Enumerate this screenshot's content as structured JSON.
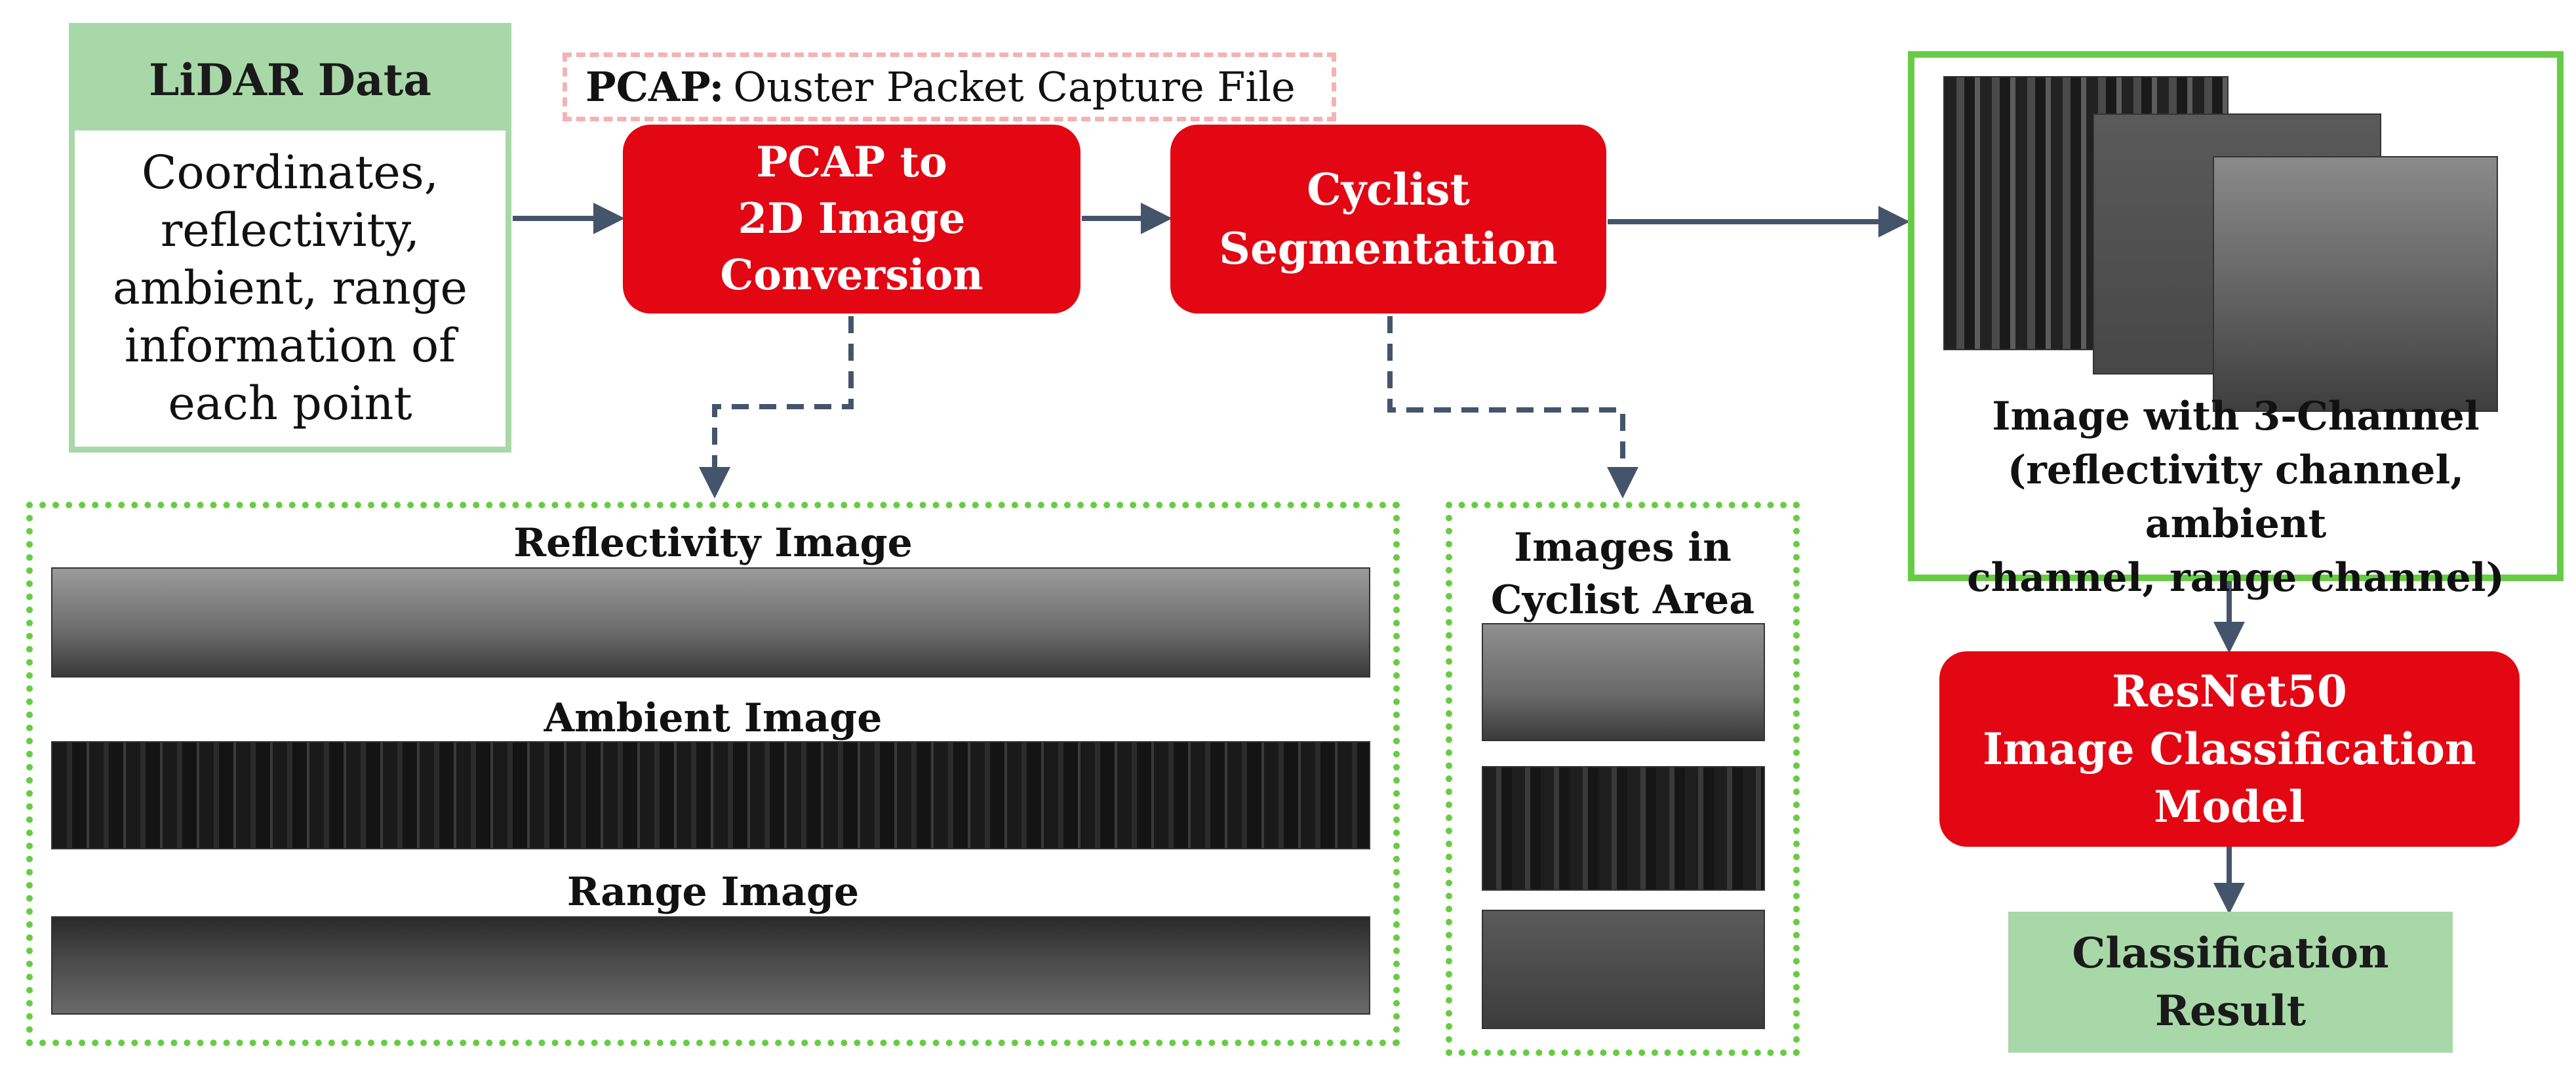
{
  "lidar": {
    "title": "LiDAR Data",
    "lines": [
      "Coordinates,",
      "reflectivity,",
      "ambient, range",
      "information of",
      "each point"
    ]
  },
  "pcap_note": {
    "bold": "PCAP:",
    "rest": "Ouster Packet Capture File"
  },
  "conversion": {
    "lines": [
      "PCAP to",
      "2D Image",
      "Conversion"
    ]
  },
  "segmentation": {
    "lines": [
      "Cyclist",
      "Segmentation"
    ]
  },
  "three_channel": {
    "lines": [
      "Image with 3-Channel",
      "(reflectivity channel, ambient",
      "channel, range channel)"
    ]
  },
  "resnet": {
    "lines": [
      "ResNet50",
      "Image Classification",
      "Model"
    ]
  },
  "result": {
    "lines": [
      "Classification",
      "Result"
    ]
  },
  "views": {
    "reflectivity_title": "Reflectivity Image",
    "ambient_title": "Ambient Image",
    "range_title": "Range Image"
  },
  "cyclist_area": {
    "lines": [
      "Images in",
      "Cyclist Area"
    ]
  },
  "colors": {
    "process_red": "#e30613",
    "data_green": "#a8d8a8",
    "frame_green": "#66cc44",
    "arrow": "#44546a",
    "note_border": "#f4b3b3"
  }
}
